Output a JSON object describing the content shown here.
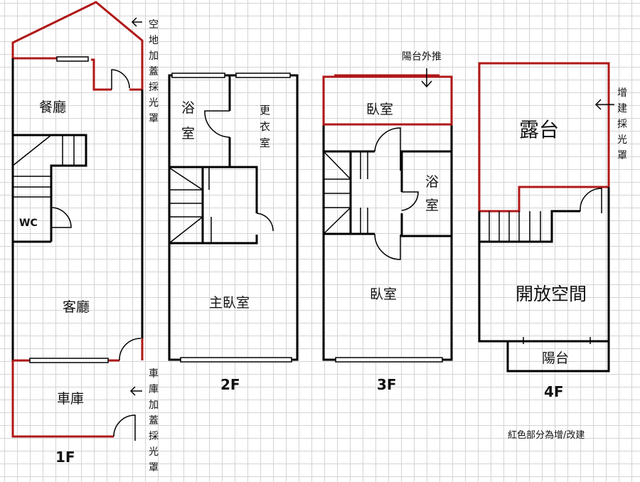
{
  "floors": [
    {
      "label": "1F",
      "rooms": [
        "餐廳",
        "WC",
        "客廳",
        "車庫"
      ]
    },
    {
      "label": "2F",
      "rooms": [
        "浴",
        "室",
        "更",
        "衣",
        "室",
        "主臥室"
      ]
    },
    {
      "label": "3F",
      "rooms": [
        "臥室",
        "浴",
        "室",
        "臥室"
      ]
    },
    {
      "label": "4F",
      "rooms": [
        "露台",
        "開放空間",
        "陽台"
      ]
    }
  ],
  "annotations": {
    "1f_top": [
      "空",
      "地",
      "加",
      "蓋",
      "採",
      "光",
      "罩"
    ],
    "1f_bottom": [
      "車",
      "庫",
      "加",
      "蓋",
      "採",
      "光",
      "罩"
    ],
    "3f_top": "陽台外推",
    "4f_side": [
      "增",
      "建",
      "採",
      "光",
      "罩"
    ],
    "legend": "紅色部分為增/改建"
  },
  "colors": {
    "addition": "#b01818",
    "wall": "#000000",
    "grid": "#d4d4d4"
  }
}
